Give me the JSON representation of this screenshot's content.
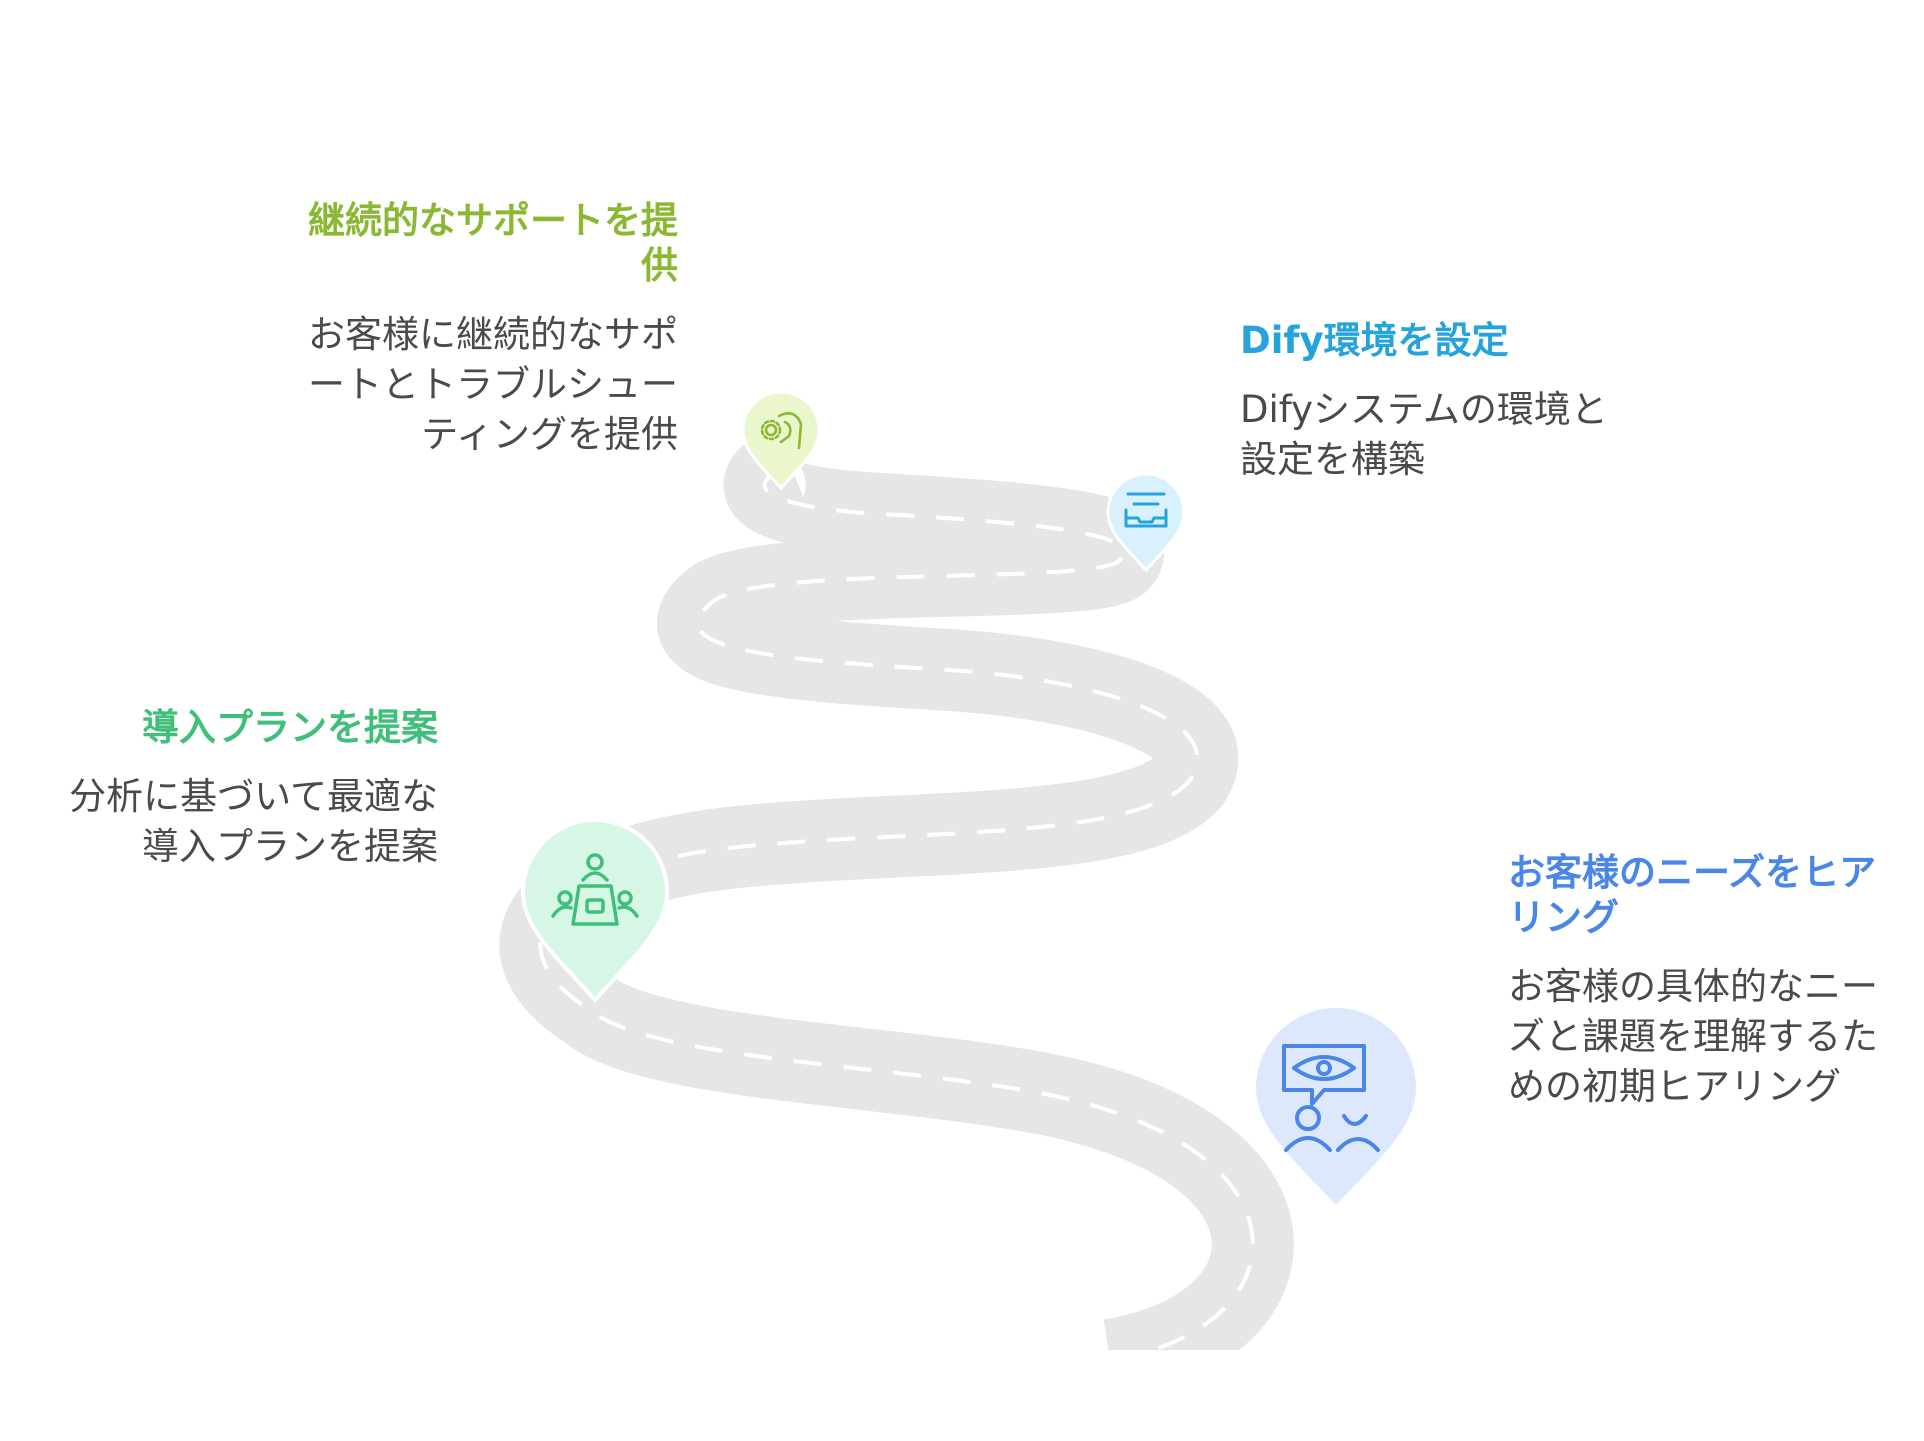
{
  "colors": {
    "road": "#e6e6e6",
    "lane_marker": "#ffffff",
    "description_text": "#4a4a4a"
  },
  "steps": [
    {
      "title": "お客様のニーズをヒアリング",
      "description": "お客様の具体的なニーズと課題を理解するための初期ヒアリング",
      "color": "#4a86e8",
      "pin_fill": "#dde8fd",
      "icon": "eye-chat-people-icon"
    },
    {
      "title": "導入プランを提案",
      "description": "分析に基づいて最適な導入プランを提案",
      "color": "#3fbf7a",
      "pin_fill": "#d6f7e5",
      "icon": "meeting-table-icon"
    },
    {
      "title": "Dify環境を設定",
      "description": "Difyシステムの環境と設定を構築",
      "color": "#27a3dc",
      "pin_fill": "#d8f1fd",
      "icon": "inbox-tray-icon"
    },
    {
      "title": "継続的なサポートを提供",
      "description": "お客様に継続的なサポートとトラブルシューティングを提供",
      "color": "#8ab833",
      "pin_fill": "#eaf7cc",
      "icon": "gear-hand-icon"
    }
  ]
}
